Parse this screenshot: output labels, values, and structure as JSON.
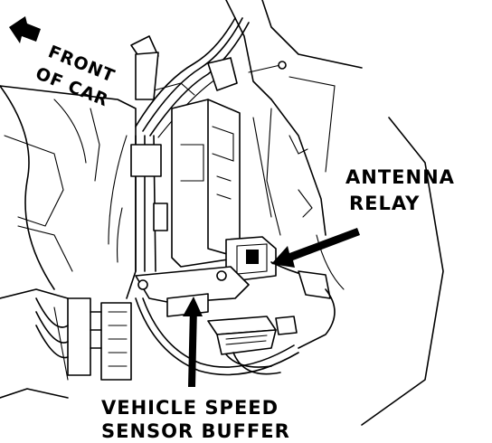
{
  "labels": {
    "front_of_car_line1": "FRONT",
    "front_of_car_line2": "OF CAR",
    "antenna_relay_line1": "ANTENNA",
    "antenna_relay_line2": "RELAY",
    "vss_buffer_line1": "VEHICLE SPEED",
    "vss_buffer_line2": "SENSOR BUFFER"
  },
  "colors": {
    "ink": "#000000",
    "paper": "#ffffff"
  },
  "icons": [
    "front-arrow-icon",
    "callout-arrow-icon"
  ]
}
